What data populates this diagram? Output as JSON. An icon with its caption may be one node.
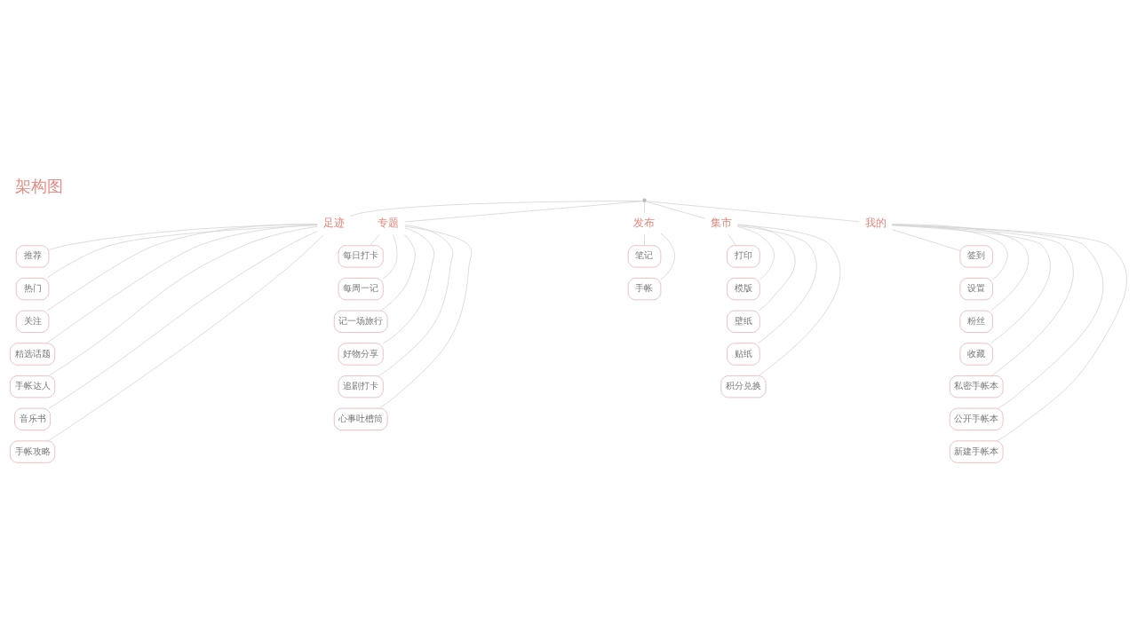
{
  "diagram": {
    "title": "架构图",
    "nodes": [
      {
        "text": [],
        "shape": "point"
      },
      {
        "text": [
          "足迹"
        ]
      },
      {
        "text": [
          "专题"
        ]
      },
      {
        "text": [
          "发布"
        ]
      },
      {
        "text": [
          "集市"
        ]
      },
      {
        "text": [
          "我的"
        ]
      },
      {
        "text": [
          "推荐"
        ]
      },
      {
        "text": [
          "热门"
        ]
      },
      {
        "text": [
          "关注"
        ]
      },
      {
        "text": [
          "精选话题"
        ]
      },
      {
        "text": [
          "手帐达人"
        ]
      },
      {
        "text": [
          "音乐书"
        ]
      },
      {
        "text": [
          "手帐攻略"
        ]
      },
      {
        "text": [
          "每日打卡"
        ]
      },
      {
        "text": [
          "每周一记"
        ]
      },
      {
        "text": [
          "记一场旅行"
        ]
      },
      {
        "text": [
          "好物分享"
        ]
      },
      {
        "text": [
          "追剧打卡"
        ]
      },
      {
        "text": [
          "心事吐槽筒"
        ]
      },
      {
        "text": [
          "笔记"
        ]
      },
      {
        "text": [
          "手帐"
        ]
      },
      {
        "text": [
          "打印"
        ]
      },
      {
        "text": [
          "模版"
        ]
      },
      {
        "text": [
          "壁纸"
        ]
      },
      {
        "text": [
          "贴纸"
        ]
      },
      {
        "text": [
          "积分兑换"
        ]
      },
      {
        "text": [
          "签到"
        ]
      },
      {
        "text": [
          "设置"
        ]
      },
      {
        "text": [
          "粉丝"
        ]
      },
      {
        "text": [
          "收藏"
        ]
      },
      {
        "text": [
          "私密手帐本"
        ]
      },
      {
        "text": [
          "公开手帐本"
        ]
      },
      {
        "text": [
          "新建手帐本"
        ]
      }
    ],
    "edges": [
      {
        "from": 0,
        "to": 1,
        "arrow": "none"
      },
      {
        "from": 0,
        "to": 2,
        "arrow": "none"
      },
      {
        "from": 0,
        "to": 3,
        "arrow": "none"
      },
      {
        "from": 0,
        "to": 4,
        "arrow": "none"
      },
      {
        "from": 0,
        "to": 5,
        "arrow": "none"
      },
      {
        "from": 1,
        "to": 6,
        "arrow": "none"
      },
      {
        "from": 1,
        "to": 7,
        "arrow": "none"
      },
      {
        "from": 1,
        "to": 8,
        "arrow": "none"
      },
      {
        "from": 1,
        "to": 9,
        "arrow": "none"
      },
      {
        "from": 1,
        "to": 10,
        "arrow": "none"
      },
      {
        "from": 1,
        "to": 11,
        "arrow": "none"
      },
      {
        "from": 1,
        "to": 12,
        "arrow": "none"
      },
      {
        "from": 2,
        "to": 13,
        "arrow": "none"
      },
      {
        "from": 2,
        "to": 14,
        "arrow": "none"
      },
      {
        "from": 2,
        "to": 15,
        "arrow": "none"
      },
      {
        "from": 2,
        "to": 16,
        "arrow": "none"
      },
      {
        "from": 2,
        "to": 17,
        "arrow": "none"
      },
      {
        "from": 2,
        "to": 18,
        "arrow": "none"
      },
      {
        "from": 3,
        "to": 19,
        "arrow": "none"
      },
      {
        "from": 3,
        "to": 20,
        "arrow": "none"
      },
      {
        "from": 4,
        "to": 21,
        "arrow": "none"
      },
      {
        "from": 4,
        "to": 22,
        "arrow": "none"
      },
      {
        "from": 4,
        "to": 23,
        "arrow": "none"
      },
      {
        "from": 4,
        "to": 24,
        "arrow": "none"
      },
      {
        "from": 4,
        "to": 25,
        "arrow": "none"
      },
      {
        "from": 5,
        "to": 26,
        "arrow": "none"
      },
      {
        "from": 5,
        "to": 27,
        "arrow": "none"
      },
      {
        "from": 5,
        "to": 28,
        "arrow": "none"
      },
      {
        "from": 5,
        "to": 29,
        "arrow": "none"
      },
      {
        "from": 5,
        "to": 30,
        "arrow": "none"
      },
      {
        "from": 5,
        "to": 31,
        "arrow": "none"
      },
      {
        "from": 5,
        "to": 32,
        "arrow": "none"
      }
    ]
  }
}
